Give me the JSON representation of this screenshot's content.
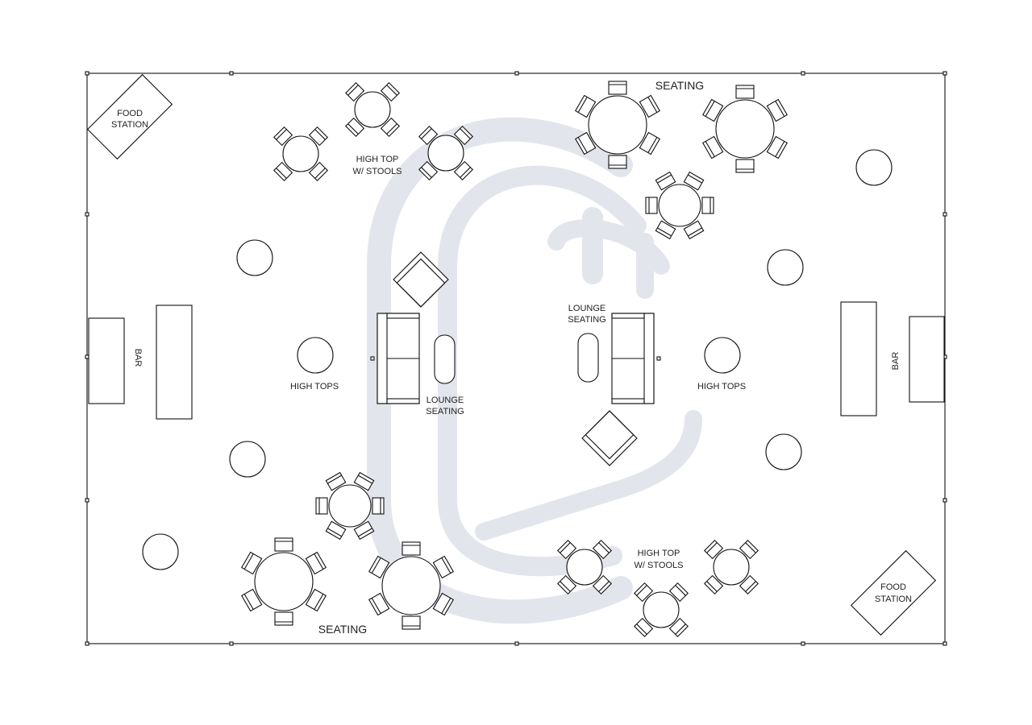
{
  "labels": {
    "food_station_top": [
      "FOOD",
      "STATION"
    ],
    "food_station_bottom": [
      "FOOD",
      "STATION"
    ],
    "high_top_stools_top": [
      "HIGH TOP",
      "W/ STOOLS"
    ],
    "high_top_stools_bottom": [
      "HIGH TOP",
      "W/ STOOLS"
    ],
    "seating_top": "SEATING",
    "seating_bottom": "SEATING",
    "bar_left": "BAR",
    "bar_right": "BAR",
    "high_tops_left": "HIGH TOPS",
    "high_tops_right": "HIGH TOPS",
    "lounge_left": [
      "LOUNGE",
      "SEATING"
    ],
    "lounge_right": [
      "LOUNGE",
      "SEATING"
    ]
  },
  "colors": {
    "line": "#111111",
    "watermark": "#e3e5ec",
    "background": "#ffffff"
  }
}
